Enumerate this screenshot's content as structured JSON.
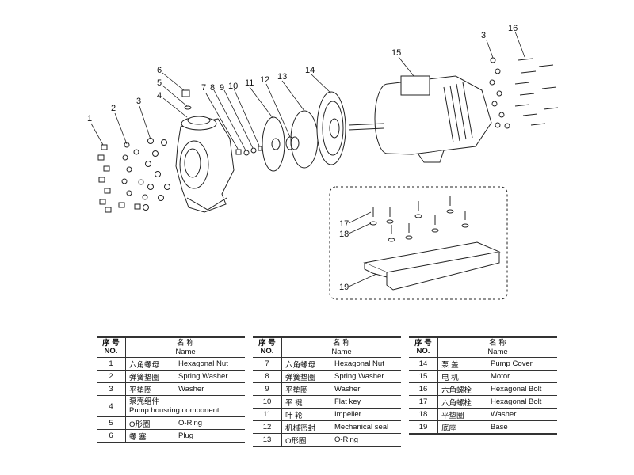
{
  "callouts": [
    "1",
    "2",
    "3",
    "4",
    "5",
    "6",
    "7",
    "8",
    "9",
    "10",
    "11",
    "12",
    "13",
    "14",
    "15",
    "16",
    "3",
    "17",
    "18",
    "19"
  ],
  "table_header": {
    "no_cn": "序 号",
    "no_en": "NO.",
    "name_cn": "名 称",
    "name_en": "Name"
  },
  "tables": [
    [
      {
        "no": "1",
        "cn": "六角螺母",
        "en": "Hexagonal Nut"
      },
      {
        "no": "2",
        "cn": "弹簧垫圈",
        "en": "Spring Washer"
      },
      {
        "no": "3",
        "cn": "平垫圈",
        "en": "Washer"
      },
      {
        "no": "4",
        "cn": "泵壳组件",
        "en": "Pump housring component"
      },
      {
        "no": "5",
        "cn": "O形圈",
        "en": "O-Ring"
      },
      {
        "no": "6",
        "cn": "螺 塞",
        "en": "Plug"
      }
    ],
    [
      {
        "no": "7",
        "cn": "六角螺母",
        "en": "Hexagonal Nut"
      },
      {
        "no": "8",
        "cn": "弹簧垫圈",
        "en": "Spring Washer"
      },
      {
        "no": "9",
        "cn": "平垫圈",
        "en": "Washer"
      },
      {
        "no": "10",
        "cn": "平 键",
        "en": "Flat key"
      },
      {
        "no": "11",
        "cn": "叶 轮",
        "en": "Impeller"
      },
      {
        "no": "12",
        "cn": "机械密封",
        "en": "Mechanical seal"
      },
      {
        "no": "13",
        "cn": "O形圈",
        "en": "O-Ring"
      }
    ],
    [
      {
        "no": "14",
        "cn": "泵 盖",
        "en": "Pump Cover"
      },
      {
        "no": "15",
        "cn": "电 机",
        "en": "Motor"
      },
      {
        "no": "16",
        "cn": "六角螺栓",
        "en": "Hexagonal Bolt"
      },
      {
        "no": "17",
        "cn": "六角螺栓",
        "en": "Hexagonal Bolt"
      },
      {
        "no": "18",
        "cn": "平垫圈",
        "en": "Washer"
      },
      {
        "no": "19",
        "cn": "底座",
        "en": "Base"
      }
    ]
  ]
}
